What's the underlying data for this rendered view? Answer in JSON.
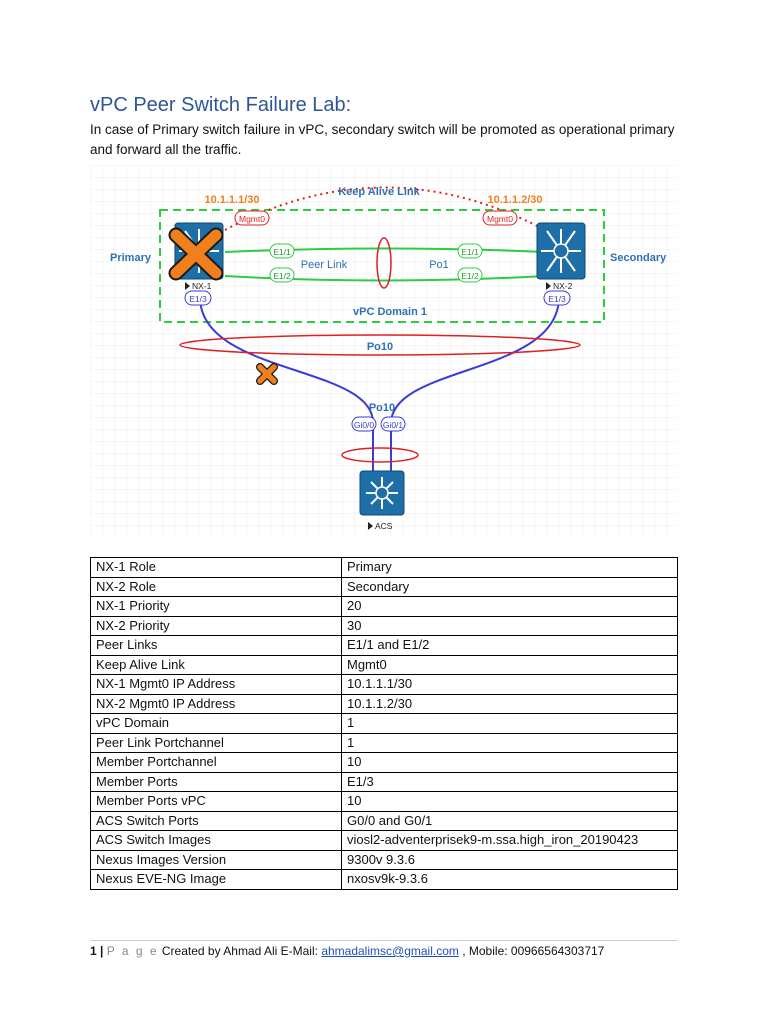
{
  "doc": {
    "title": "vPC Peer Switch Failure Lab:",
    "intro": "In case of Primary switch failure in vPC, secondary switch will be promoted as operational primary and forward all the traffic."
  },
  "diagram": {
    "keepalive_label": "Keep Alive Link",
    "ip_left": "10.1.1.1/30",
    "ip_right": "10.1.1.2/30",
    "mgmt_left": "Mgmt0",
    "mgmt_right": "Mgmt0",
    "role_left": "Primary",
    "role_right": "Secondary",
    "switch_left": "NX-1",
    "switch_right": "NX-2",
    "port_e11_left": "E1/1",
    "port_e12_left": "E1/2",
    "port_e11_right": "E1/1",
    "port_e12_right": "E1/2",
    "port_e13_left": "E1/3",
    "port_e13_right": "E1/3",
    "peer_link": "Peer Link",
    "po1": "Po1",
    "domain": "vPC Domain 1",
    "po10_top": "Po10",
    "po10_bottom": "Po10",
    "port_g00": "Gi0/0",
    "port_g01": "Gi0/1",
    "acs": "ACS",
    "colors": {
      "green": "#2ecc40",
      "blue": "#3b3bd6",
      "red": "#e02020",
      "orange": "#f07f1e",
      "switch": "#1e6fa8"
    }
  },
  "table": {
    "rows": [
      [
        "NX-1 Role",
        "Primary"
      ],
      [
        "NX-2 Role",
        "Secondary"
      ],
      [
        "NX-1 Priority",
        "20"
      ],
      [
        "NX-2 Priority",
        "30"
      ],
      [
        "Peer Links",
        "E1/1 and E1/2"
      ],
      [
        "Keep Alive Link",
        "Mgmt0"
      ],
      [
        "NX-1 Mgmt0 IP Address",
        "10.1.1.1/30"
      ],
      [
        "NX-2 Mgmt0 IP Address",
        "10.1.1.2/30"
      ],
      [
        "vPC Domain",
        "1"
      ],
      [
        "Peer Link Portchannel",
        "1"
      ],
      [
        "Member Portchannel",
        "10"
      ],
      [
        "Member Ports",
        "E1/3"
      ],
      [
        "Member Ports vPC",
        "10"
      ],
      [
        "ACS Switch Ports",
        "G0/0 and G0/1"
      ],
      [
        "ACS Switch Images",
        "viosl2-adventerprisek9-m.ssa.high_iron_20190423"
      ],
      [
        "Nexus Images Version",
        "9300v 9.3.6"
      ],
      [
        "Nexus EVE-NG Image",
        "nxosv9k-9.3.6"
      ]
    ]
  },
  "footer": {
    "page_number": "1",
    "separator": "|",
    "page_word": "P a g e",
    "created": "Created by Ahmad Ali E-Mail:",
    "email": "ahmadalimsc@gmail.com",
    "mobile": ", Mobile: 00966564303717"
  }
}
